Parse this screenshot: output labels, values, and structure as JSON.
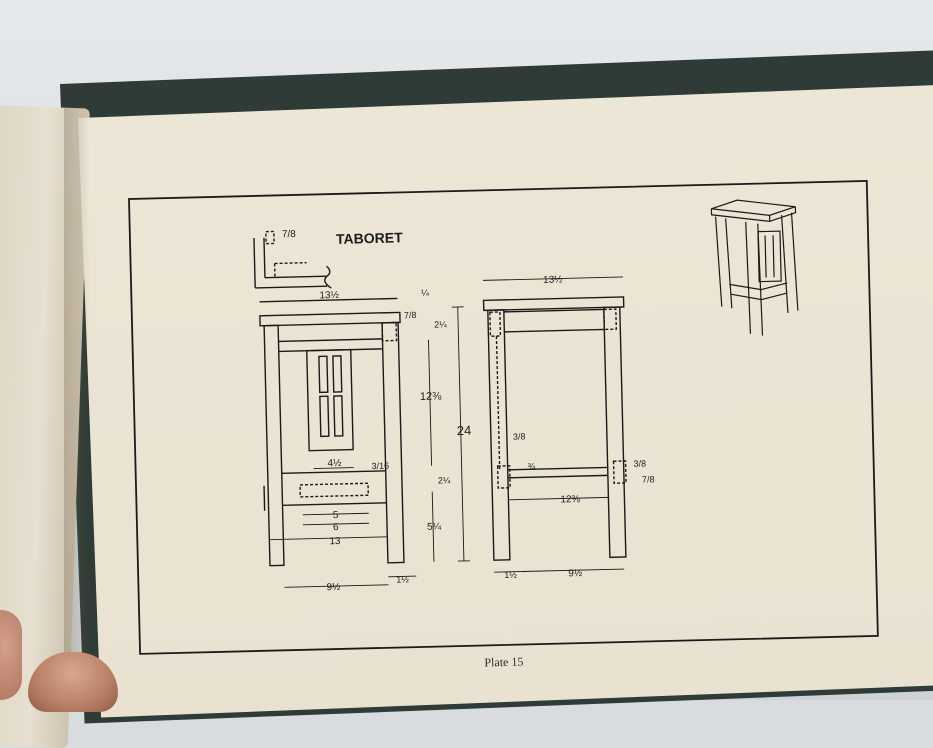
{
  "drawing": {
    "title": "TABORET",
    "plate_label": "Plate 15",
    "front_view": {
      "dims": {
        "top_overall": "13½",
        "top_overhang": "¼",
        "top_thickness": "7/8",
        "rail_offset": "2¼",
        "panel_height": "12⅜",
        "overall_height": "24",
        "panel_width": "4½",
        "shelf_gap": "3/16",
        "shelf_rail": "2¼",
        "shelf_inner_5": "5",
        "shelf_inner_6": "6",
        "bottom_width": "13",
        "shelf_height": "5¼",
        "leg_spacing": "9½",
        "leg_width": "1½"
      }
    },
    "side_view": {
      "dims": {
        "top_overall": "13½",
        "tenon": "3/8",
        "rail_3_4": "¾",
        "rail_length": "12⅜",
        "rail_3_8": "3/8",
        "rail_7_8": "7/8",
        "leg_width": "1½",
        "leg_spacing": "9½"
      }
    },
    "corner_detail": {
      "dim": "7/8",
      "width": "13½"
    }
  }
}
